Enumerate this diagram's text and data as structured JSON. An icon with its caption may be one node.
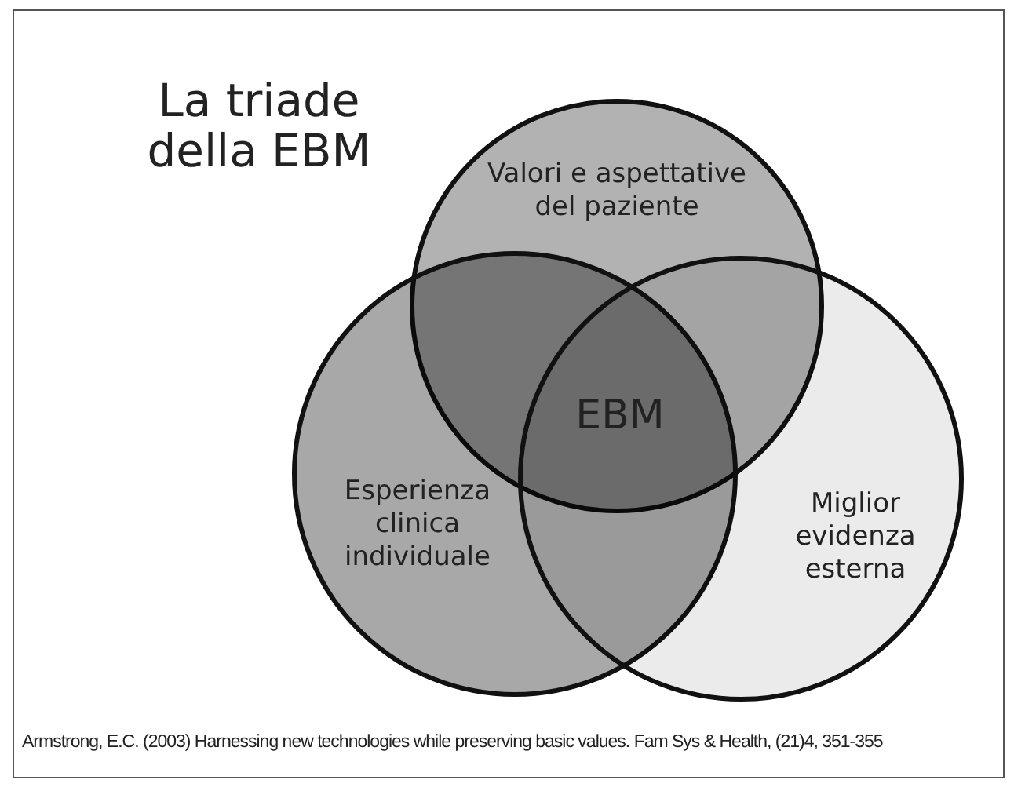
{
  "diagram": {
    "title": "La triade della EBM",
    "caption": "Armstrong, E.C. (2003) Harnessing new technologies while preserving basic values. Fam Sys & Health, (21)4, 351-355",
    "nodes": [
      {
        "text": [
          "Valori e aspettative del paziente"
        ]
      },
      {
        "text": [
          "Esperienza clinica individuale"
        ]
      },
      {
        "text": [
          "Miglior evidenza esterna"
        ]
      }
    ],
    "labels": [
      "EBM"
    ]
  }
}
